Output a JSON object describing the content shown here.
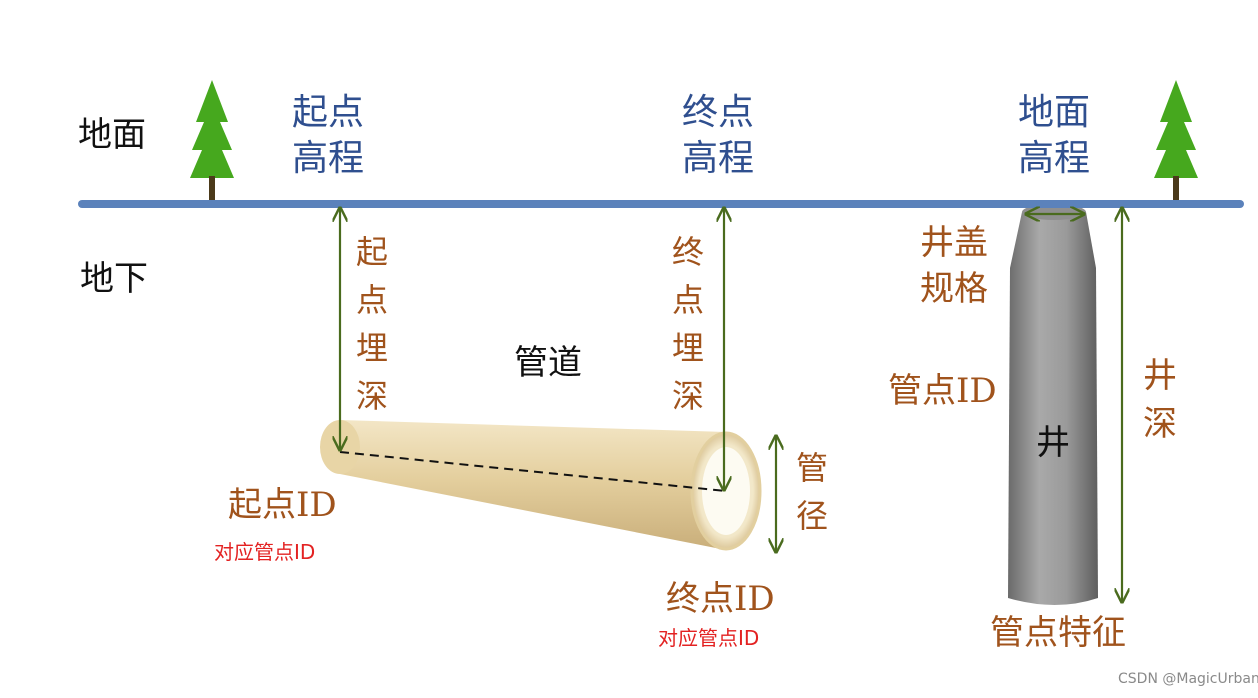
{
  "labels": {
    "ground": "地面",
    "underground": "地下",
    "start_elevation": [
      "起点",
      "高程"
    ],
    "end_elevation": [
      "终点",
      "高程"
    ],
    "ground_elevation": [
      "地面",
      "高程"
    ],
    "start_depth": "起点埋深",
    "end_depth": "终点埋深",
    "pipe": "管道",
    "pipe_diameter": "管径",
    "start_id": "起点ID",
    "start_id_note": "对应管点ID",
    "end_id": "终点ID",
    "end_id_note": "对应管点ID",
    "cover_spec": [
      "井盖",
      "规格"
    ],
    "point_id": "管点ID",
    "well": "井",
    "well_depth": "井深",
    "point_feature": "管点特征",
    "watermark": "CSDN @MagicUrban"
  },
  "colors": {
    "ground_line": "#5b82bb",
    "arrow": "#4a6b1e",
    "blue_text": "#2f4f8f",
    "brown_text": "#a0531c",
    "red_text": "#e32222",
    "tree": "#46a81e",
    "pipe": "#e6d2a4",
    "well": "#8a8a8a"
  },
  "icons": [
    "tree-icon",
    "tree-icon"
  ]
}
